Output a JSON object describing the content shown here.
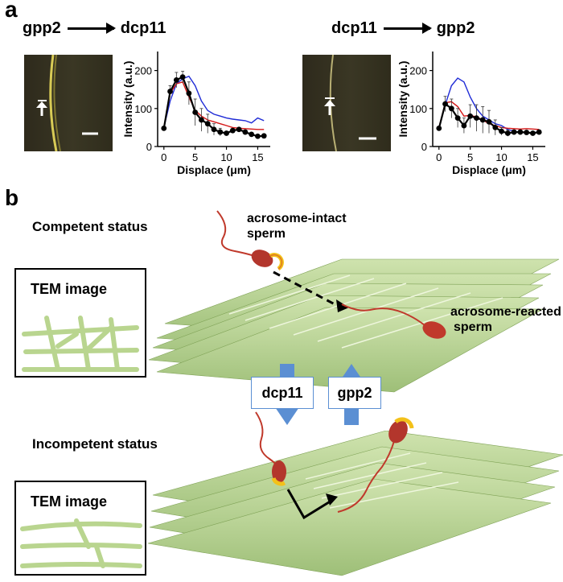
{
  "panel_a": {
    "letter": "a",
    "left": {
      "from": "gpp2",
      "to": "dcp11"
    },
    "right": {
      "from": "dcp11",
      "to": "gpp2"
    }
  },
  "panel_b": {
    "letter": "b",
    "competent_label": "Competent status",
    "incompetent_label": "Incompetent status",
    "tem_label_top": "TEM image",
    "tem_label_bottom": "TEM image",
    "acrosome_intact": [
      "acrosome-intact",
      "sperm"
    ],
    "acrosome_reacted": [
      "acrosome-reacted",
      "sperm"
    ],
    "switch_down": "dcp11",
    "switch_up": "gpp2"
  },
  "colors": {
    "fiber": "#b9d58f",
    "fiber_dark": "#8fb369",
    "sperm": "#c0392b",
    "acrosome": "#f3c11a",
    "blue_line": "#1f2bd6",
    "red_line": "#d41616",
    "switch_arrow": "#5b8fd3"
  },
  "chart_data": [
    {
      "type": "line",
      "xlabel": "Displace (μm)",
      "ylabel": "Intensity (a.u.)",
      "xlim": [
        -1,
        17
      ],
      "ylim": [
        0,
        250
      ],
      "xticks": [
        0,
        5,
        10,
        15
      ],
      "yticks": [
        0,
        100,
        200
      ],
      "series": [
        {
          "color": "#1f2bd6",
          "errorbars": false,
          "x": [
            0,
            1,
            2,
            3,
            4,
            5,
            6,
            7,
            8,
            9,
            10,
            11,
            12,
            13,
            14,
            15,
            16
          ],
          "y": [
            50,
            120,
            165,
            178,
            185,
            160,
            120,
            95,
            85,
            80,
            75,
            72,
            70,
            68,
            62,
            75,
            68
          ]
        },
        {
          "color": "#d41616",
          "errorbars": false,
          "x": [
            0,
            1,
            2,
            3,
            4,
            5,
            6,
            7,
            8,
            9,
            10,
            11,
            12,
            13,
            14,
            15,
            16
          ],
          "y": [
            50,
            140,
            165,
            170,
            130,
            95,
            80,
            70,
            65,
            60,
            55,
            50,
            48,
            47,
            46,
            45,
            45
          ]
        },
        {
          "color": "#000000",
          "errorbars": true,
          "markers": true,
          "x": [
            0,
            1,
            2,
            3,
            4,
            5,
            6,
            7,
            8,
            9,
            10,
            11,
            12,
            13,
            14,
            15,
            16
          ],
          "y": [
            48,
            145,
            175,
            183,
            140,
            90,
            70,
            60,
            45,
            38,
            35,
            42,
            45,
            38,
            32,
            27,
            28
          ],
          "err": [
            0,
            15,
            20,
            15,
            30,
            35,
            30,
            25,
            15,
            10,
            5,
            5,
            5,
            5,
            5,
            5,
            3
          ]
        }
      ]
    },
    {
      "type": "line",
      "xlabel": "Displace (μm)",
      "ylabel": "Intensity (a.u.)",
      "xlim": [
        -1,
        17
      ],
      "ylim": [
        0,
        250
      ],
      "xticks": [
        0,
        5,
        10,
        15
      ],
      "yticks": [
        0,
        100,
        200
      ],
      "series": [
        {
          "color": "#1f2bd6",
          "errorbars": false,
          "x": [
            0,
            1,
            2,
            3,
            4,
            5,
            6,
            7,
            8,
            9,
            10,
            11,
            12,
            13,
            14,
            15,
            16
          ],
          "y": [
            50,
            110,
            160,
            180,
            170,
            130,
            100,
            80,
            70,
            60,
            55,
            45,
            40,
            38,
            36,
            35,
            40
          ]
        },
        {
          "color": "#d41616",
          "errorbars": false,
          "x": [
            0,
            1,
            2,
            3,
            4,
            5,
            6,
            7,
            8,
            9,
            10,
            11,
            12,
            13,
            14,
            15,
            16
          ],
          "y": [
            50,
            115,
            118,
            105,
            80,
            82,
            78,
            70,
            60,
            55,
            50,
            48,
            47,
            46,
            47,
            46,
            45
          ]
        },
        {
          "color": "#000000",
          "errorbars": true,
          "markers": true,
          "x": [
            0,
            1,
            2,
            3,
            4,
            5,
            6,
            7,
            8,
            9,
            10,
            11,
            12,
            13,
            14,
            15,
            16
          ],
          "y": [
            48,
            112,
            100,
            75,
            55,
            80,
            75,
            70,
            65,
            50,
            40,
            35,
            38,
            38,
            37,
            35,
            38
          ],
          "err": [
            0,
            20,
            25,
            25,
            20,
            30,
            35,
            35,
            30,
            20,
            10,
            8,
            5,
            5,
            5,
            5,
            4
          ]
        }
      ]
    }
  ]
}
